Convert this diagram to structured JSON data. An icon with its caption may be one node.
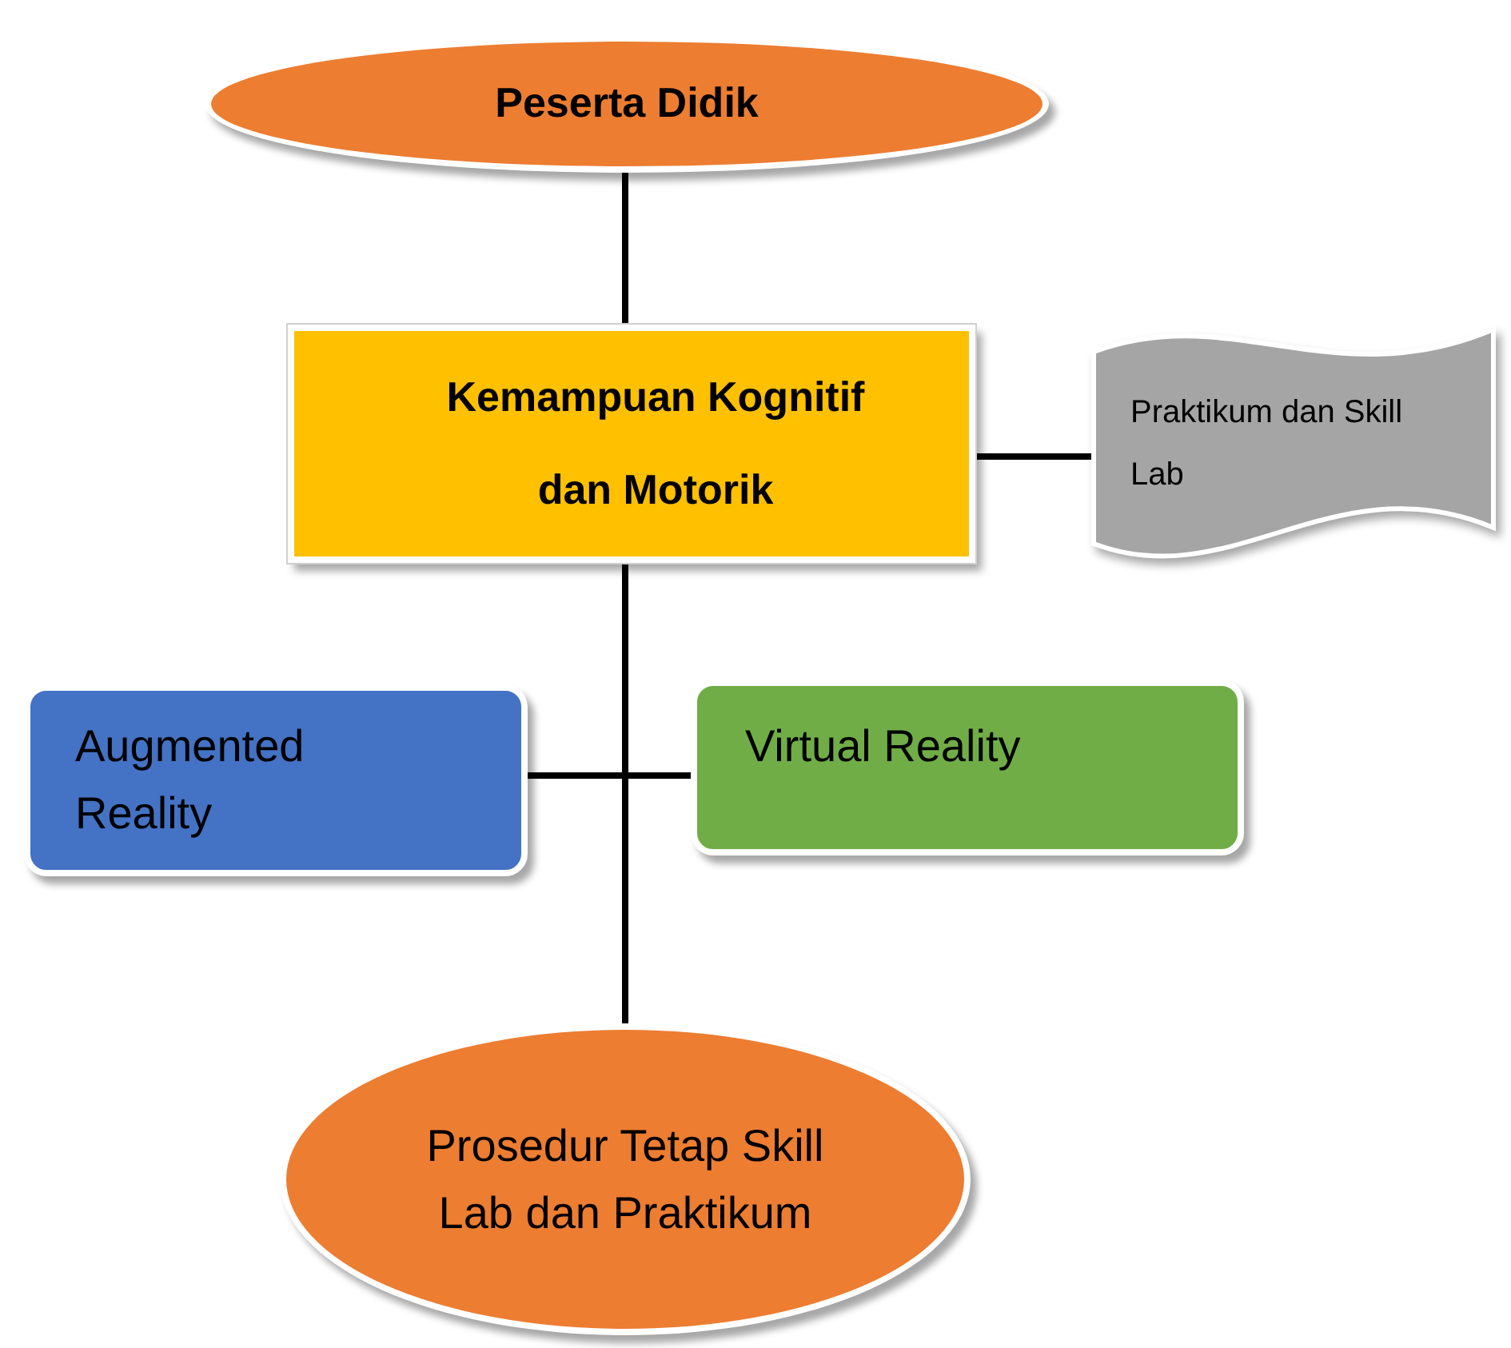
{
  "diagram": {
    "nodes": [
      {
        "text": [
          "Peserta Didik"
        ]
      },
      {
        "text": [
          "Kemampuan Kognitif dan Motorik"
        ]
      },
      {
        "text": [
          "Praktikum dan Skill Lab"
        ]
      },
      {
        "text": [
          "Augmented Reality"
        ]
      },
      {
        "text": [
          "Virtual Reality"
        ]
      },
      {
        "text": [
          "Prosedur Tetap Skill Lab dan Praktikum"
        ]
      }
    ],
    "edges": [
      {
        "from": 0,
        "to": 1,
        "arrow": "none"
      },
      {
        "from": 1,
        "to": 2,
        "arrow": "none"
      },
      {
        "from": 1,
        "to": 3,
        "arrow": "none"
      },
      {
        "from": 1,
        "to": 4,
        "arrow": "none"
      },
      {
        "from": 1,
        "to": 5,
        "arrow": "none"
      }
    ]
  }
}
